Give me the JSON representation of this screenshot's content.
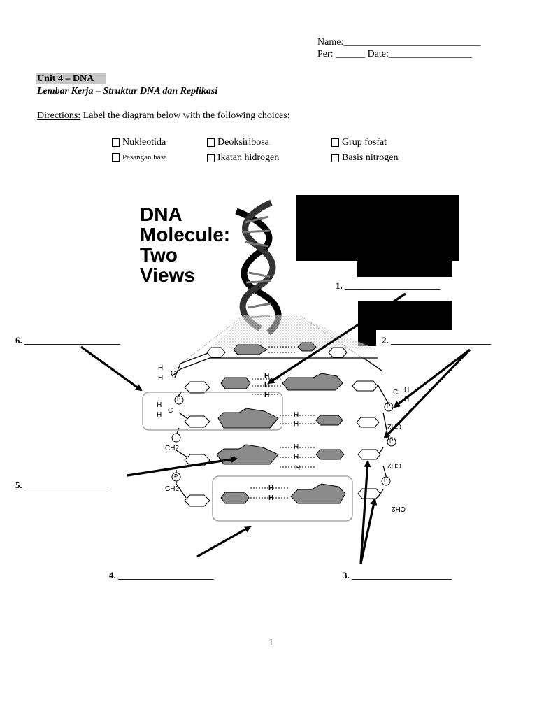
{
  "header": {
    "name_label": "Name:",
    "name_blank": "____________________________",
    "per_label": "Per:",
    "per_blank": "______",
    "date_label": "Date:",
    "date_blank": "_________________"
  },
  "unit_title": "Unit 4 – DNA",
  "subtitle": "Lembar Kerja – Struktur DNA dan Replikasi",
  "directions": {
    "label": "Directions:",
    "text": " Label the diagram below with the following choices:"
  },
  "choices": [
    {
      "text": "Nukleotida",
      "small": false
    },
    {
      "text": "Deoksiribosa",
      "small": false
    },
    {
      "text": "Grup fosfat",
      "small": false
    },
    {
      "text": "Pasangan basa",
      "small": true
    },
    {
      "text": "Ikatan hidrogen",
      "small": false
    },
    {
      "text": "Basis nitrogen",
      "small": false
    }
  ],
  "diagram": {
    "title_lines": [
      "DNA",
      "Molecule:",
      "Two",
      "Views"
    ],
    "atoms": {
      "h": "H",
      "c": "C",
      "p": "P",
      "ch2": "CH2"
    }
  },
  "answer_lines": {
    "1": {
      "num": "1.",
      "blank": "_____________________"
    },
    "2": {
      "num": "2.",
      "blank": "______________________"
    },
    "3": {
      "num": "3.",
      "blank": "______________________"
    },
    "4": {
      "num": "4.",
      "blank": "_____________________"
    },
    "5": {
      "num": "5.",
      "blank": "___________________"
    },
    "6": {
      "num": "6.",
      "blank": "_____________________"
    }
  },
  "page_number": "1",
  "colors": {
    "base_fill": "#8a8a8a",
    "sugar_fill": "#ffffff",
    "box_stroke": "#999999",
    "redaction": "#000000"
  }
}
